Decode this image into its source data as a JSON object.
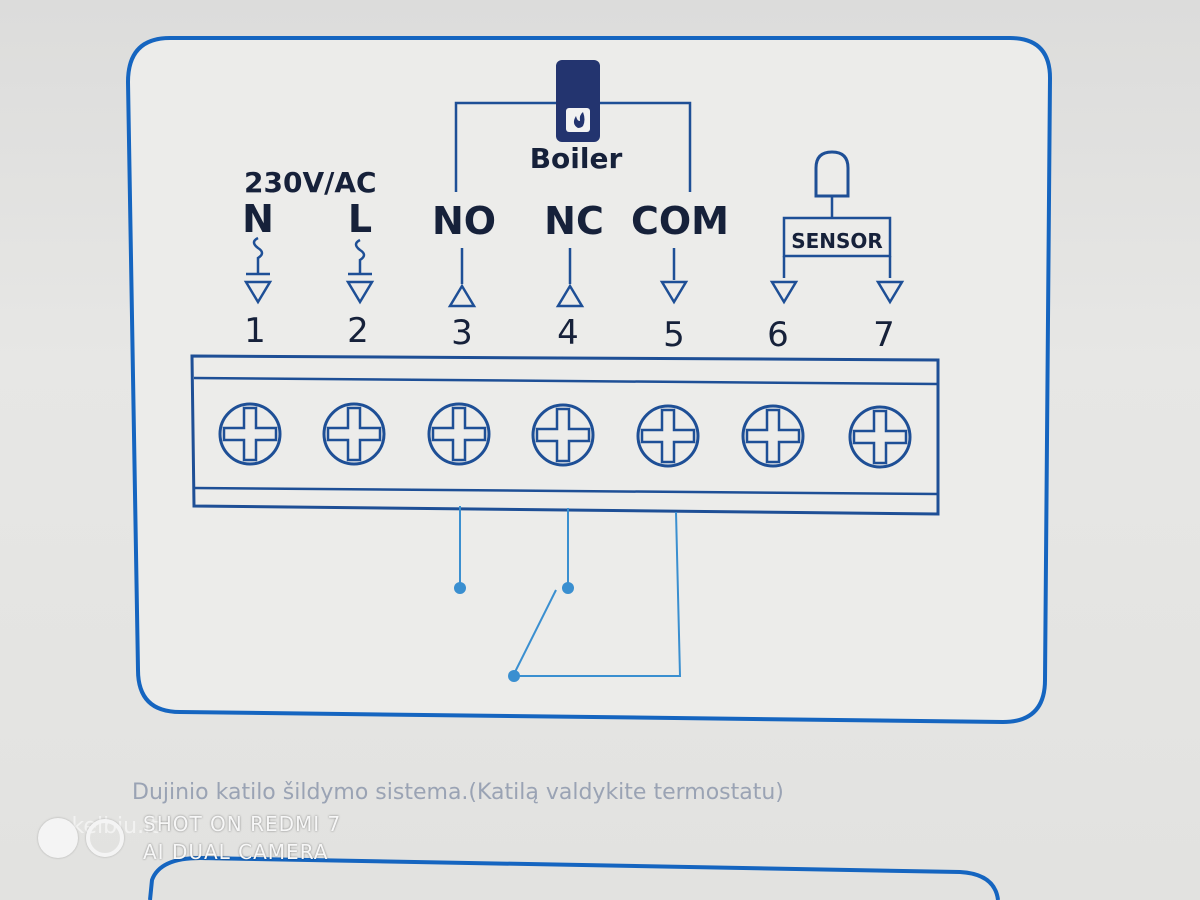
{
  "diagram": {
    "boiler_label": "Boiler",
    "voltage_label": "230V/AC",
    "sensor_label": "SENSOR",
    "terminals": [
      {
        "number": "1",
        "label": "N"
      },
      {
        "number": "2",
        "label": "L"
      },
      {
        "number": "3",
        "label": "NO"
      },
      {
        "number": "4",
        "label": "NC"
      },
      {
        "number": "5",
        "label": "COM"
      },
      {
        "number": "6",
        "label": ""
      },
      {
        "number": "7",
        "label": ""
      }
    ]
  },
  "caption": "Dujinio katilo šildymo sistema.(Katilą valdykite termostatu)",
  "watermark": {
    "line1": "SHOT ON REDMI 7",
    "line2": "AI DUAL CAMERA",
    "site": "skelbiu.lt"
  },
  "colors": {
    "line": "#1e4f96",
    "border": "#1565c0",
    "boiler_box": "#23346f",
    "text": "#16213a",
    "dot": "#3a8fd0"
  }
}
